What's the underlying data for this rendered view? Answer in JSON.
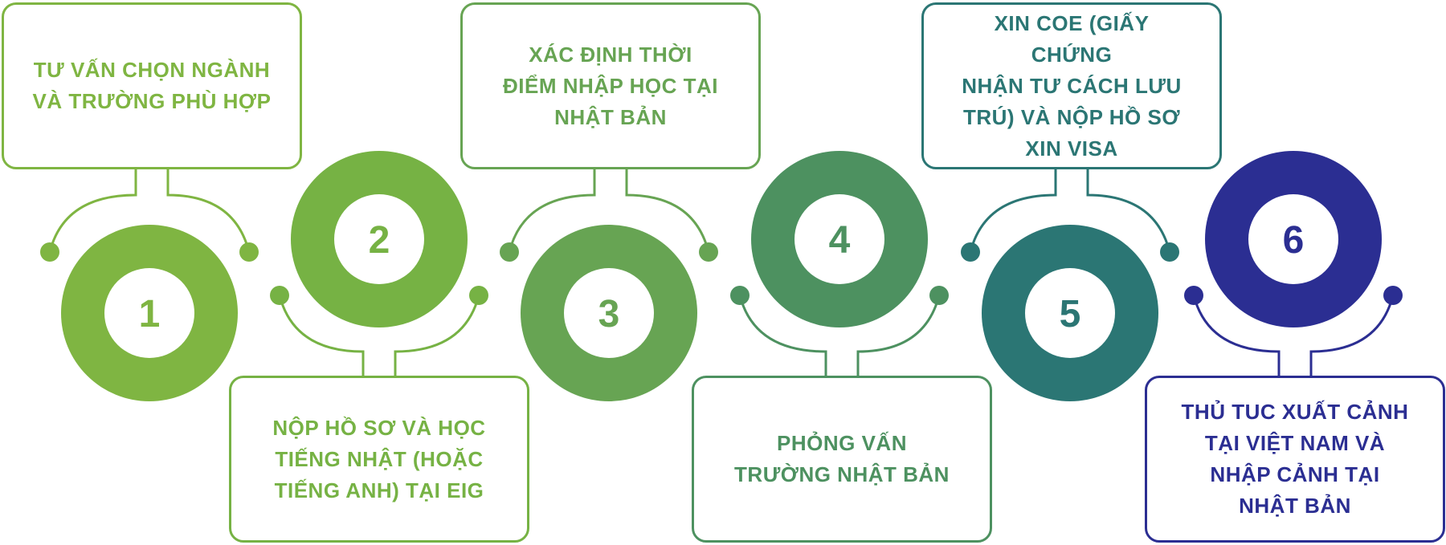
{
  "steps": [
    {
      "number": "1",
      "text": "TƯ VẤN CHỌN NGÀNH\nVÀ TRƯỜNG PHÙ HỢP",
      "color": "#7fb542"
    },
    {
      "number": "2",
      "text": "NỘP HỒ SƠ VÀ HỌC\nTIẾNG NHẬT (HOẶC\nTIẾNG ANH) TẠI EIG",
      "color": "#76b244"
    },
    {
      "number": "3",
      "text": "XÁC ĐỊNH THỜI\nĐIỂM NHẬP HỌC TẠI\nNHẬT BẢN",
      "color": "#67a453"
    },
    {
      "number": "4",
      "text": "PHỎNG VẤN\nTRƯỜNG NHẬT BẢN",
      "color": "#4d9160"
    },
    {
      "number": "5",
      "text": "XIN COE (GIẤY CHỨNG\nNHẬN TƯ CÁCH LƯU\nTRÚ) VÀ NỘP HỒ SƠ\nXIN VISA",
      "color": "#2b7674"
    },
    {
      "number": "6",
      "text": "THỦ TUC XUẤT CẢNH\nTẠI VIỆT NAM VÀ\nNHẬP CẢNH TẠI\nNHẬT BẢN",
      "color": "#2b2e92"
    }
  ]
}
